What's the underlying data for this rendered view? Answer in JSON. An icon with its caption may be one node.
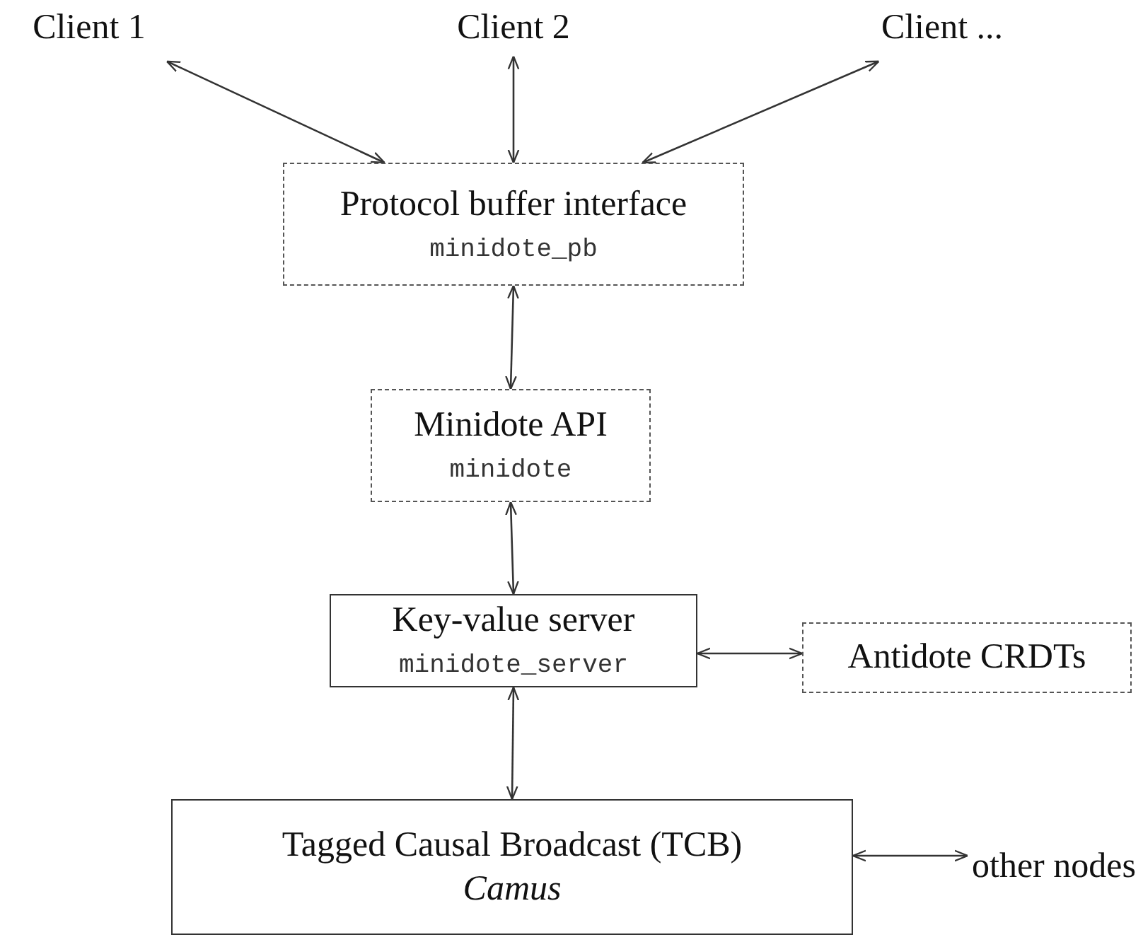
{
  "diagram": {
    "nodes": [
      {
        "text": [
          "Client 1"
        ]
      },
      {
        "text": [
          "Client 2"
        ]
      },
      {
        "text": [
          "Client ..."
        ]
      },
      {
        "text": [
          "Protocol buffer interface",
          "minidote_pb"
        ]
      },
      {
        "text": [
          "Minidote API",
          "minidote"
        ]
      },
      {
        "text": [
          "Key-value server",
          "minidote_server"
        ]
      },
      {
        "text": [
          "Antidote CRDTs"
        ]
      },
      {
        "text": [
          "Tagged Causal Broadcast (TCB)",
          "Camus"
        ]
      },
      {
        "text": [
          "other nodes"
        ]
      }
    ],
    "edges": [
      {
        "from": 3,
        "to": 0,
        "arrow": "both"
      },
      {
        "from": 3,
        "to": 1,
        "arrow": "both"
      },
      {
        "from": 3,
        "to": 2,
        "arrow": "both"
      },
      {
        "from": 3,
        "to": 4,
        "arrow": "both"
      },
      {
        "from": 4,
        "to": 5,
        "arrow": "both"
      },
      {
        "from": 5,
        "to": 6,
        "arrow": "both"
      },
      {
        "from": 5,
        "to": 7,
        "arrow": "both"
      },
      {
        "from": 7,
        "to": 8,
        "arrow": "both"
      }
    ]
  }
}
